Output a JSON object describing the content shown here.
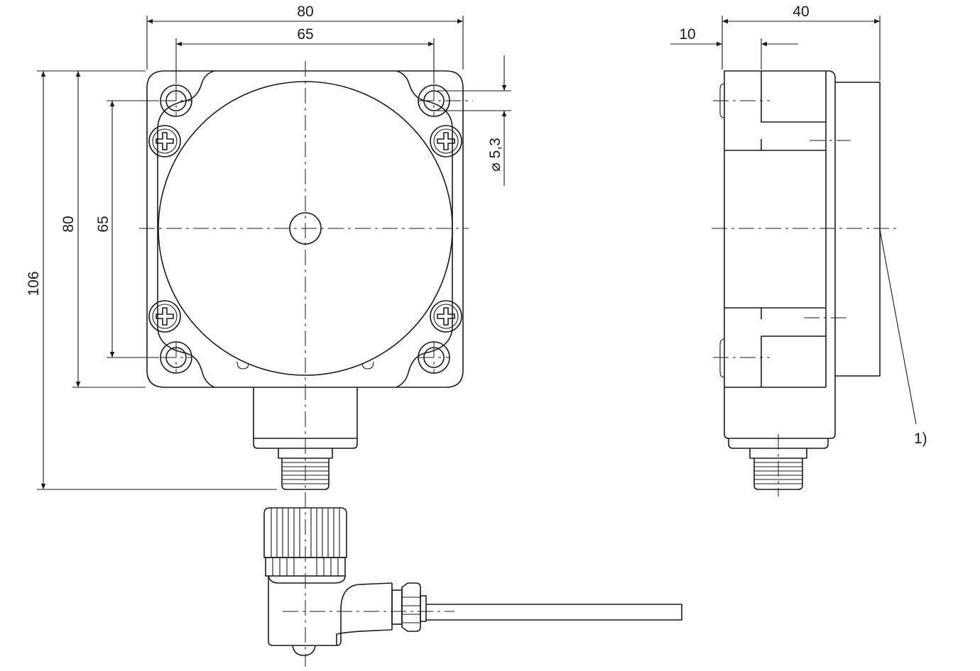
{
  "front_view": {
    "dim_width_outer": "80",
    "dim_width_holes": "65",
    "dim_height_outer": "80",
    "dim_height_holes": "65",
    "dim_total_height": "106",
    "dim_hole_diameter": "⌀ 5,3"
  },
  "side_view": {
    "dim_depth": "40",
    "dim_offset": "10",
    "callout": "1)"
  },
  "colors": {
    "line": "#1a1a1a",
    "background": "#ffffff"
  }
}
